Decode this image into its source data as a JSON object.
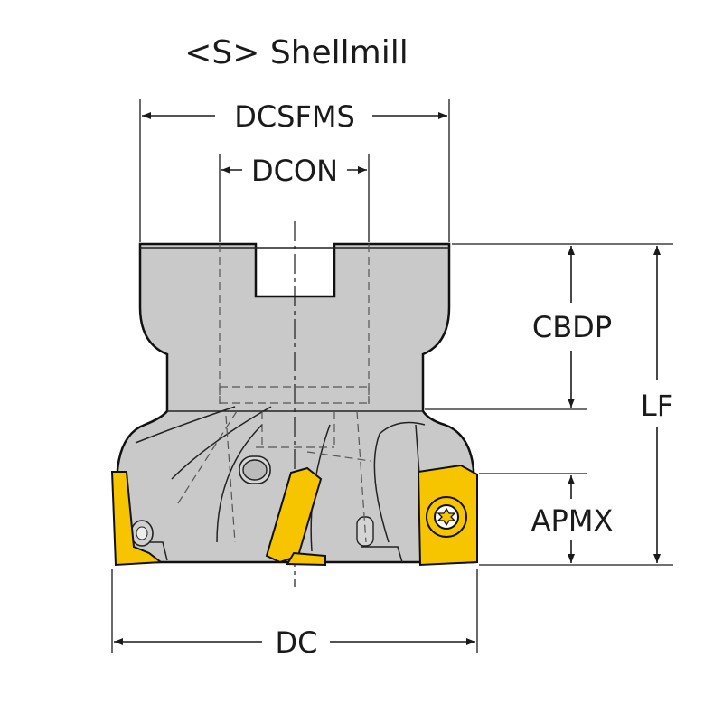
{
  "title": "<S> Shellmill",
  "dimensions": {
    "dcsfms": "DCSFMS",
    "dcon": "DCON",
    "cbdp": "CBDP",
    "lf": "LF",
    "apmx": "APMX",
    "dc": "DC"
  },
  "colors": {
    "insert": "#f7c400",
    "body": "#c9c9c9",
    "outline": "#111111"
  }
}
